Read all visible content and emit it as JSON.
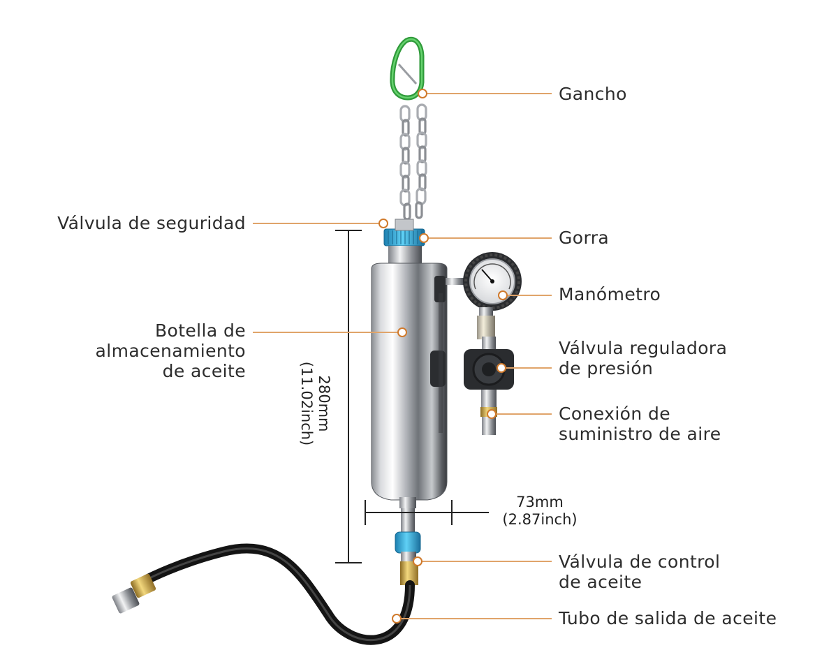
{
  "labels": {
    "hook": [
      "Gancho"
    ],
    "safety_valve": [
      "Válvula de seguridad"
    ],
    "cap": [
      "Gorra"
    ],
    "gauge": [
      "Manómetro"
    ],
    "bottle": [
      "Botella de",
      "almacenamiento",
      "de aceite"
    ],
    "regulator": [
      "Válvula reguladora",
      "de presión"
    ],
    "air_connection": [
      "Conexión de",
      "suministro de aire"
    ],
    "oil_valve": [
      "Válvula de control",
      "de aceite"
    ],
    "outlet_tube": [
      "Tubo de salida de aceite"
    ]
  },
  "dimensions": {
    "height": [
      "280mm",
      "(11.02inch)"
    ],
    "width": [
      "73mm",
      "(2.87inch)"
    ]
  },
  "colors": {
    "leader_line": "#e0a46a",
    "marker": "#d07a2c",
    "dimension_line": "#222222",
    "carabiner": "#3bb34a",
    "cap_blue": "#2aa6d6",
    "valve_blue": "#2f9bd0",
    "hose": "#1a1a1a",
    "brass": "#c9a24a"
  }
}
